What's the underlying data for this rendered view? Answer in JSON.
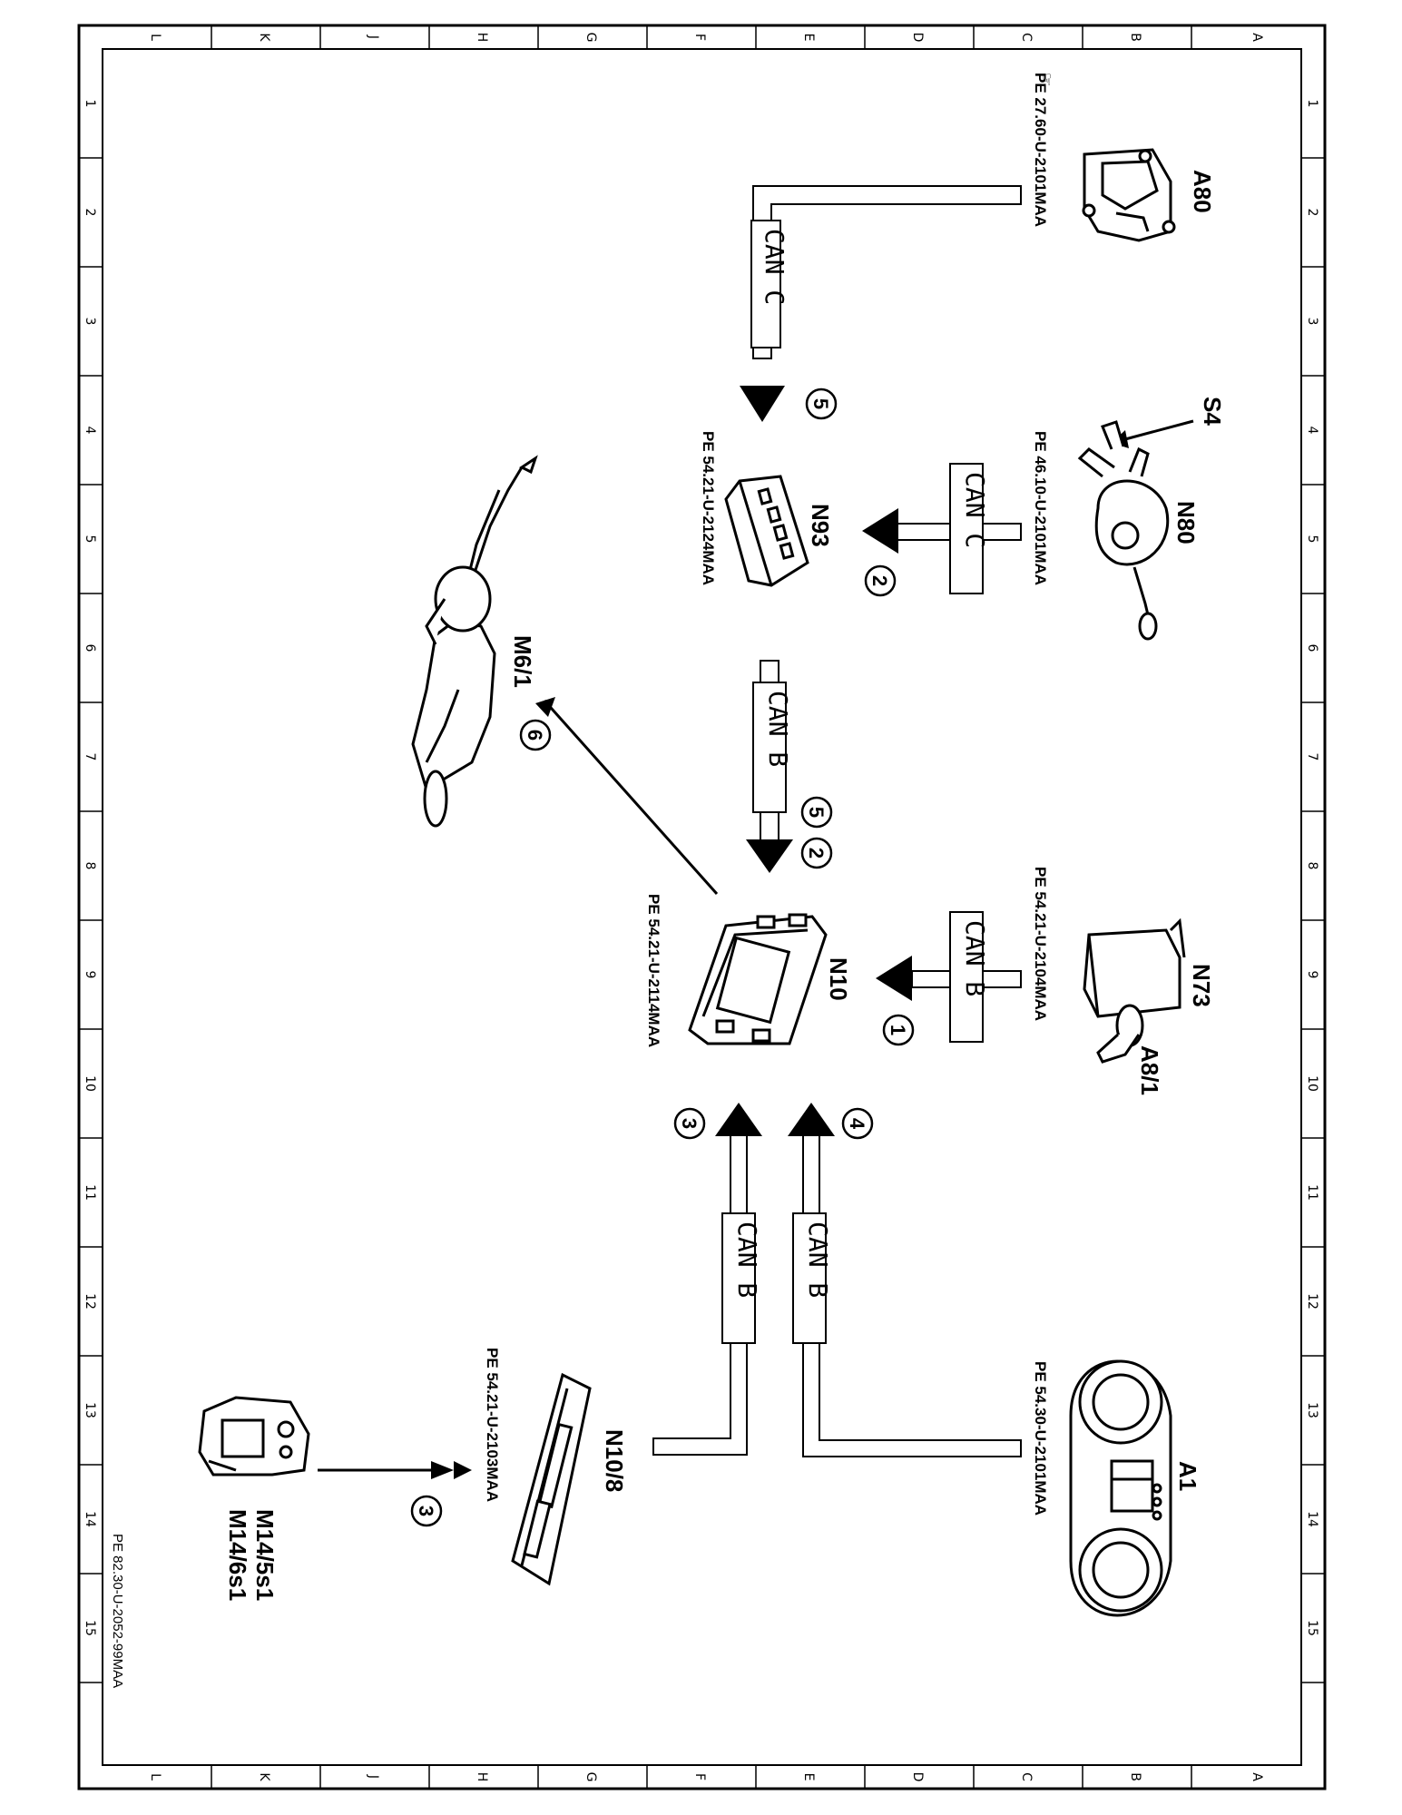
{
  "grid": {
    "letters": [
      "L",
      "K",
      "J",
      "H",
      "G",
      "F",
      "E",
      "D",
      "C",
      "B",
      "A"
    ],
    "numbers": [
      "1",
      "2",
      "3",
      "4",
      "5",
      "6",
      "7",
      "8",
      "9",
      "10",
      "11",
      "12",
      "13",
      "14",
      "15"
    ]
  },
  "footer_ref": "PE 82.30-U-2052-99MAA",
  "bus_labels": {
    "can_c": "CAN C",
    "can_b": "CAN B"
  },
  "components": {
    "a80": {
      "label": "A80",
      "ref": "PE 27.60-U-2101MAA"
    },
    "n93": {
      "label": "N93",
      "ref": "PE 54.21-U-2124MAA"
    },
    "n80": {
      "label": "N80",
      "ref": "PE 46.10-U-2101MAA"
    },
    "s4": {
      "label": "S4"
    },
    "m6_1": {
      "label": "M6/1"
    },
    "n10": {
      "label": "N10",
      "ref": "PE 54.21-U-2114MAA"
    },
    "n73": {
      "label": "N73",
      "ref": "PE 54.21-U-2104MAA"
    },
    "a8_1": {
      "label": "A8/1"
    },
    "a1": {
      "label": "A1",
      "ref": "PE 54.30-U-2101MAA"
    },
    "n10_8": {
      "label": "N10/8",
      "ref": "PE 54.21-U-2103MAA"
    },
    "m14_5s1": {
      "label": "M14/5s1"
    },
    "m14_6s1": {
      "label": "M14/6s1"
    }
  },
  "steps": {
    "s1": "1",
    "s2": "2",
    "s3": "3",
    "s4": "4",
    "s5": "5",
    "s6": "6"
  }
}
